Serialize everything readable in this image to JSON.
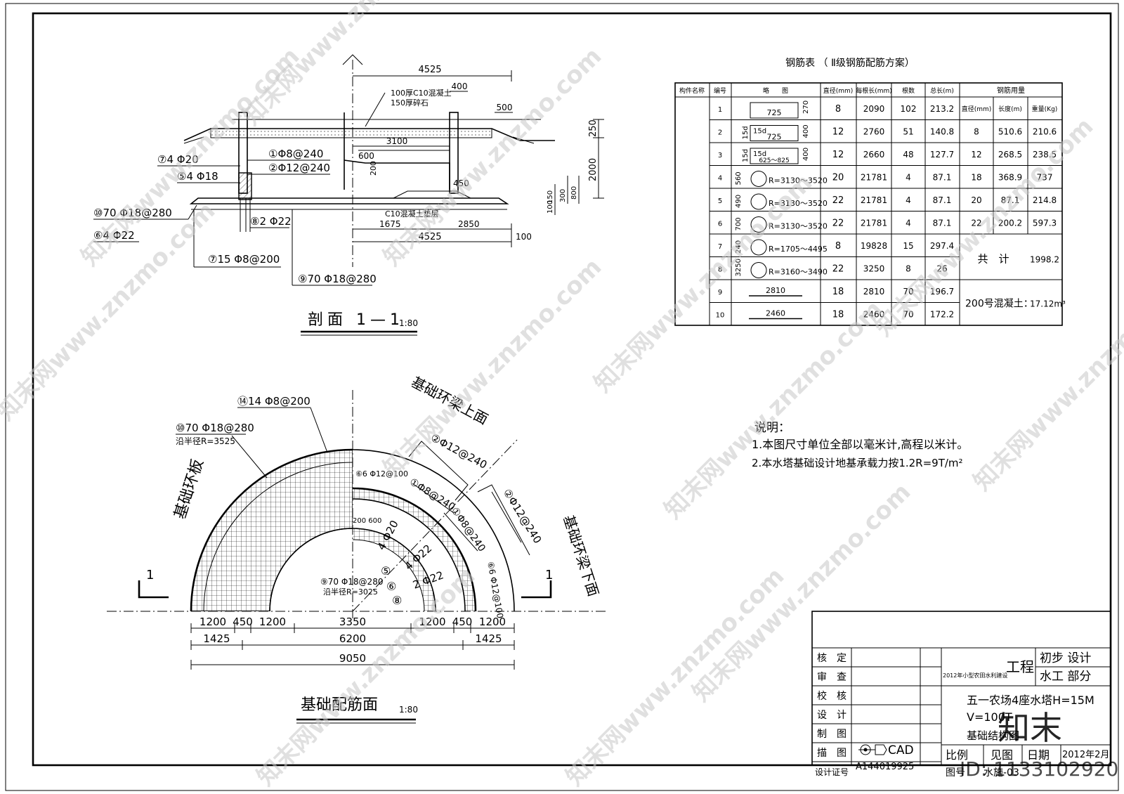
{
  "watermark_text": "知末网www.znzmo.com",
  "section": {
    "title": "剖面 1—1",
    "scale": "1:80",
    "dims": {
      "top_total": "4525",
      "d400": "400",
      "d500": "500",
      "d3100": "3100",
      "d600": "600",
      "d200": "200",
      "d450": "450",
      "d1675": "1675",
      "d2850": "2850",
      "bottom_total": "4525",
      "d100r": "100",
      "d250": "250",
      "d2000": "2000",
      "d150": "150",
      "d300": "300",
      "d800": "800",
      "d100v": "100"
    },
    "notes": [
      "100厚C10混凝土",
      "150厚碎石",
      "C10混凝土垫层"
    ],
    "rebar_labels": [
      "⑦4 Φ20",
      "①Φ8@240",
      "②Φ12@240",
      "⑤4 Φ18",
      "⑩70 Φ18@280",
      "⑧2 Φ22",
      "⑥4 Φ22",
      "⑦15 Φ8@200",
      "⑨70 Φ18@280"
    ]
  },
  "plan": {
    "title": "基础配筋面",
    "scale": "1:80",
    "labels": {
      "ring_plate": "基础环板",
      "beam_top": "基础环梁上面",
      "beam_bottom": "基础环梁下面",
      "l14": "⑭14 Φ8@200",
      "l10": "⑩70 Φ18@280",
      "r_outer": "沿半径R=3525",
      "l9": "⑨70 Φ18@280",
      "r_inner": "沿半径R=3025",
      "l6a": "⑥6 Φ12@100",
      "l2a": "②Φ12@240",
      "l1a": "①Φ8@240",
      "l1b": "①Φ8@240",
      "l2b": "②Φ12@240",
      "l6b": "⑥6 Φ12@100",
      "d200_600": "200 600",
      "l4_20": "4 Φ20",
      "l4_22": "4 Φ22",
      "l2_22": "2 Φ22",
      "n5": "⑤",
      "n6": "⑥",
      "n8": "⑧",
      "cut": "1"
    },
    "dims_row1": [
      "1200",
      "450",
      "1200",
      "3350",
      "1200",
      "450",
      "1200"
    ],
    "dims_row2": [
      "1425",
      "6200",
      "1425"
    ],
    "dims_row3": [
      "9050"
    ]
  },
  "rebar_table": {
    "title": "钢筋表 （ Ⅱ级钢筋配筋方案）",
    "headers": [
      "构件名称",
      "编号",
      "略　　图",
      "直径(mm)",
      "每根长(mm)",
      "根数",
      "总长(m)",
      "钢筋用量"
    ],
    "usage_headers": [
      "直径(mm)",
      "长度(m)",
      "重量(Kg)"
    ],
    "rows": [
      {
        "no": "1",
        "sketch": [
          "725",
          "270"
        ],
        "dia": "8",
        "len": "2090",
        "count": "102",
        "total": "213.2"
      },
      {
        "no": "2",
        "sketch": [
          "15d",
          "725",
          "400",
          "15d"
        ],
        "dia": "12",
        "len": "2760",
        "count": "51",
        "total": "140.8"
      },
      {
        "no": "3",
        "sketch": [
          "15d",
          "625～825",
          "400",
          "15d"
        ],
        "dia": "12",
        "len": "2660",
        "count": "48",
        "total": "127.7"
      },
      {
        "no": "4",
        "sketch": [
          "560",
          "R=3130～3520"
        ],
        "dia": "20",
        "len": "21781",
        "count": "4",
        "total": "87.1"
      },
      {
        "no": "5",
        "sketch": [
          "490",
          "R=3130～3520"
        ],
        "dia": "22",
        "len": "21781",
        "count": "4",
        "total": "87.1"
      },
      {
        "no": "6",
        "sketch": [
          "700",
          "R=3130～3520"
        ],
        "dia": "22",
        "len": "21781",
        "count": "4",
        "total": "87.1"
      },
      {
        "no": "7",
        "sketch": [
          "240",
          "R=1705～4495"
        ],
        "dia": "8",
        "len": "19828",
        "count": "15",
        "total": "297.4"
      },
      {
        "no": "8",
        "sketch": [
          "3250",
          "R=3160～3490"
        ],
        "dia": "22",
        "len": "3250",
        "count": "8",
        "total": "26"
      },
      {
        "no": "9",
        "sketch": [
          "2810"
        ],
        "dia": "18",
        "len": "2810",
        "count": "70",
        "total": "196.7"
      },
      {
        "no": "10",
        "sketch": [
          "2460"
        ],
        "dia": "18",
        "len": "2460",
        "count": "70",
        "total": "172.2"
      }
    ],
    "usage": [
      {
        "dia": "",
        "len": "",
        "weight": ""
      },
      {
        "dia": "8",
        "len": "510.6",
        "weight": "210.6"
      },
      {
        "dia": "12",
        "len": "268.5",
        "weight": "238.5"
      },
      {
        "dia": "18",
        "len": "368.9",
        "weight": "737"
      },
      {
        "dia": "20",
        "len": "87.1",
        "weight": "214.8"
      },
      {
        "dia": "22",
        "len": "200.2",
        "weight": "597.3"
      }
    ],
    "total_label": "共　计",
    "total_value": "1998.2",
    "concrete_label": "200号混凝土：",
    "concrete_value": "17.12m³"
  },
  "notes": {
    "title": "说明：",
    "items": [
      "1.本图尺寸单位全部以毫米计,高程以米计。",
      "2.本水塔基础设计地基承载力按1.2R=9T/m²"
    ]
  },
  "title_block": {
    "roles": [
      "核　定",
      "审　查",
      "校　核",
      "设　计",
      "制　图",
      "描　图",
      "设计证号"
    ],
    "cad_label": "CAD",
    "cert_no": "A144019925",
    "project_small": "2012年小型农田水利建设",
    "project_big": "工程",
    "stage": "初步 设计",
    "dept": "水工 部分",
    "drawing_title_1": "五一农场4座水塔H=15M",
    "drawing_title_2": "V=100T",
    "drawing_title_3": "基础结构图",
    "scale_label": "比例",
    "scale_value": "见图",
    "date_label": "日期",
    "date_value": "2012年2月",
    "fig_label": "图号",
    "fig_value": "水施-03"
  },
  "brand": {
    "logo": "知末",
    "id_text": "ID: 1133102920"
  }
}
